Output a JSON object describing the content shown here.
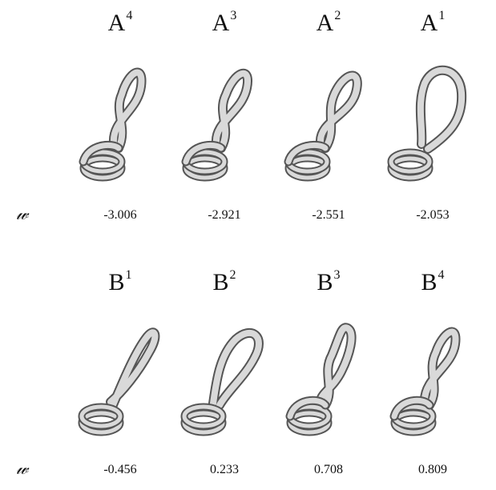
{
  "row_a": {
    "w_symbol": "𝓌",
    "panels": [
      {
        "label": "A",
        "sup": "4",
        "value": "-3.006"
      },
      {
        "label": "A",
        "sup": "3",
        "value": "-2.921"
      },
      {
        "label": "A",
        "sup": "2",
        "value": "-2.551"
      },
      {
        "label": "A",
        "sup": "1",
        "value": "-2.053"
      }
    ]
  },
  "row_b": {
    "w_symbol": "𝓌",
    "panels": [
      {
        "label": "B",
        "sup": "1",
        "value": "-0.456"
      },
      {
        "label": "B",
        "sup": "2",
        "value": "0.233"
      },
      {
        "label": "B",
        "sup": "3",
        "value": "0.708"
      },
      {
        "label": "B",
        "sup": "4",
        "value": "0.809"
      }
    ]
  },
  "colors": {
    "tube_fill": "#d9d9d9",
    "tube_edge": "#555555",
    "tube_shadow": "#8a8a8a"
  }
}
